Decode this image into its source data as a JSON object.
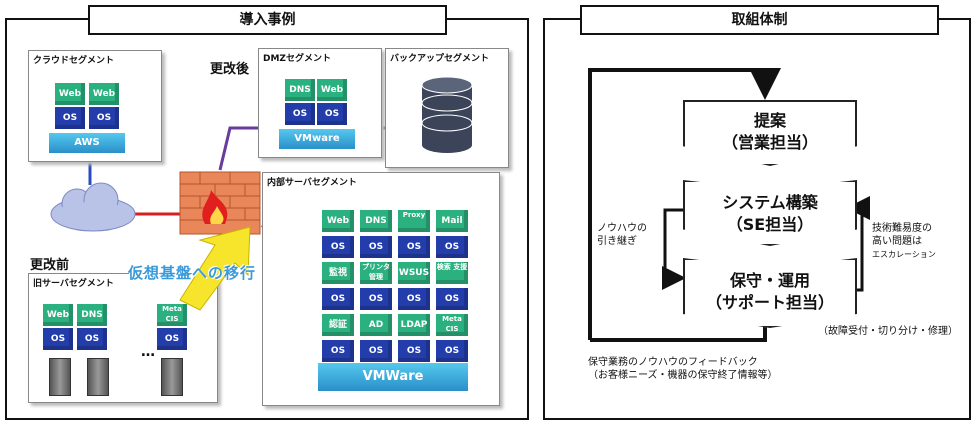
{
  "left": {
    "title": "導入事例",
    "after_label": "更改後",
    "before_label": "更改前",
    "migration_label": "仮想基盤への移行",
    "cloud": {
      "label": "クラウドセグメント",
      "cubes": [
        "Web",
        "Web",
        "OS",
        "OS"
      ],
      "bar": "AWS"
    },
    "dmz": {
      "label": "DMZセグメント",
      "cubes": [
        "DNS",
        "Web",
        "OS",
        "OS"
      ],
      "bar": "VMware"
    },
    "backup": {
      "label": "バックアップセグメント"
    },
    "internal": {
      "label": "内部サーバセグメント",
      "cubes": [
        "Web",
        "DNS",
        "Proxy",
        "Mail",
        "OS",
        "OS",
        "OS",
        "OS",
        "監視",
        "プリンタ 管理",
        "WSUS",
        "検索 支援",
        "OS",
        "OS",
        "OS",
        "OS",
        "認証",
        "AD",
        "LDAP",
        "Meta CIS",
        "OS",
        "OS",
        "OS",
        "OS"
      ],
      "bar": "VMWare"
    },
    "old": {
      "label": "旧サーバセグメント",
      "cubes": [
        "Web",
        "DNS",
        "Meta CIS",
        "OS",
        "OS",
        "OS"
      ],
      "dots": "…"
    }
  },
  "right": {
    "title": "取組体制",
    "box1": {
      "line1": "提案",
      "line2": "（営業担当）"
    },
    "box2": {
      "line1": "システム構築",
      "line2": "（SE担当）"
    },
    "box3": {
      "line1": "保守・運用",
      "line2": "（サポート担当）"
    },
    "left_note": [
      "ノウハウの",
      "引き継ぎ"
    ],
    "right_note": [
      "技術難易度の",
      "高い問題は",
      "エスカレーション"
    ],
    "support_note": "（故障受付・切り分け・修理）",
    "feedback_note": [
      "保守業務のノウハウのフィードバック",
      "（お客様ニーズ・機器の保守終了情報等）"
    ]
  },
  "colors": {
    "green": "#2bb07f",
    "blue": "#233dab",
    "accent": "#3a9ad9",
    "purple": "#6a3a9c",
    "red": "#d42020"
  }
}
